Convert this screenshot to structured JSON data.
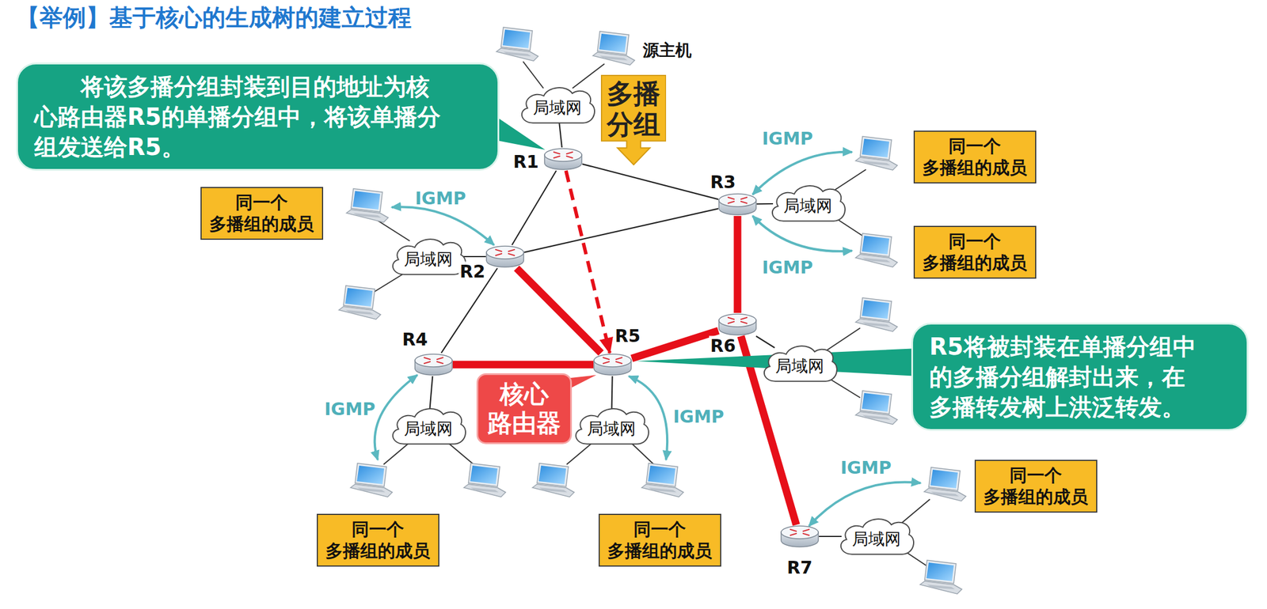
{
  "diagram": {
    "title": "【举例】基于核心的生成树的建立过程",
    "nodes": [
      {
        "text": [
          "局域网"
        ]
      },
      {
        "text": [
          "将该多播分组封装到目的地址为核 心路由器R5的单播分组中，将该单播分 组发送给R5。"
        ]
      },
      {
        "text": [
          "多播 分组"
        ]
      },
      {
        "text": [
          "R1"
        ]
      },
      {
        "text": [
          "同一个 多播组的成员"
        ]
      },
      {
        "text": [
          "R3"
        ]
      },
      {
        "text": [
          "局域网"
        ]
      },
      {
        "text": [
          "同一个 多播组的成员"
        ]
      },
      {
        "text": [
          "R2"
        ]
      },
      {
        "text": [
          "局域网"
        ]
      },
      {
        "text": [
          "同一个 多播组的成员"
        ]
      },
      {
        "text": [
          "R6"
        ]
      },
      {
        "text": [
          "R4"
        ]
      },
      {
        "text": [
          "R5"
        ]
      },
      {
        "text": [
          "R5将被封装在单播分组中 的多播分组解封出来，在 多播转发树上洪泛转发。"
        ]
      },
      {
        "text": [
          "局域网"
        ]
      },
      {
        "text": [
          "核心 路由器"
        ]
      },
      {
        "text": [
          "局域网"
        ]
      },
      {
        "text": [
          "局域网"
        ]
      },
      {
        "text": [
          "同一个 多播组的成员"
        ]
      },
      {
        "text": [
          "R7"
        ]
      },
      {
        "text": [
          "局域网"
        ]
      },
      {
        "text": [
          "同一个 多播组的成员"
        ]
      },
      {
        "text": [
          "同一个 多播组的成员"
        ]
      }
    ],
    "edges": [
      {
        "from": 3,
        "to": 5,
        "arrow": "none"
      },
      {
        "from": 3,
        "to": 8,
        "arrow": "none"
      },
      {
        "from": 8,
        "to": 5,
        "arrow": "none"
      },
      {
        "from": 8,
        "to": 12,
        "arrow": "none"
      },
      {
        "from": 8,
        "to": 13,
        "arrow": "none"
      },
      {
        "from": 12,
        "to": 13,
        "arrow": "none"
      },
      {
        "from": 13,
        "to": 11,
        "arrow": "none"
      },
      {
        "from": 5,
        "to": 11,
        "arrow": "none"
      },
      {
        "from": 11,
        "to": 20,
        "arrow": "none"
      },
      {
        "from": 3,
        "to": 13,
        "arrow": "to"
      },
      {
        "from": 3,
        "to": 0,
        "arrow": "none"
      },
      {
        "from": 5,
        "to": 6,
        "arrow": "none"
      },
      {
        "from": 8,
        "to": 9,
        "arrow": "none"
      },
      {
        "from": 11,
        "to": 15,
        "arrow": "none"
      },
      {
        "from": 12,
        "to": 17,
        "arrow": "none"
      },
      {
        "from": 13,
        "to": 18,
        "arrow": "none"
      },
      {
        "from": 20,
        "to": 21,
        "arrow": "none"
      }
    ],
    "labels": [
      "源主机",
      "IGMP",
      "IGMP",
      "IGMP",
      "IGMP",
      "IGMP",
      "IGMP"
    ]
  }
}
